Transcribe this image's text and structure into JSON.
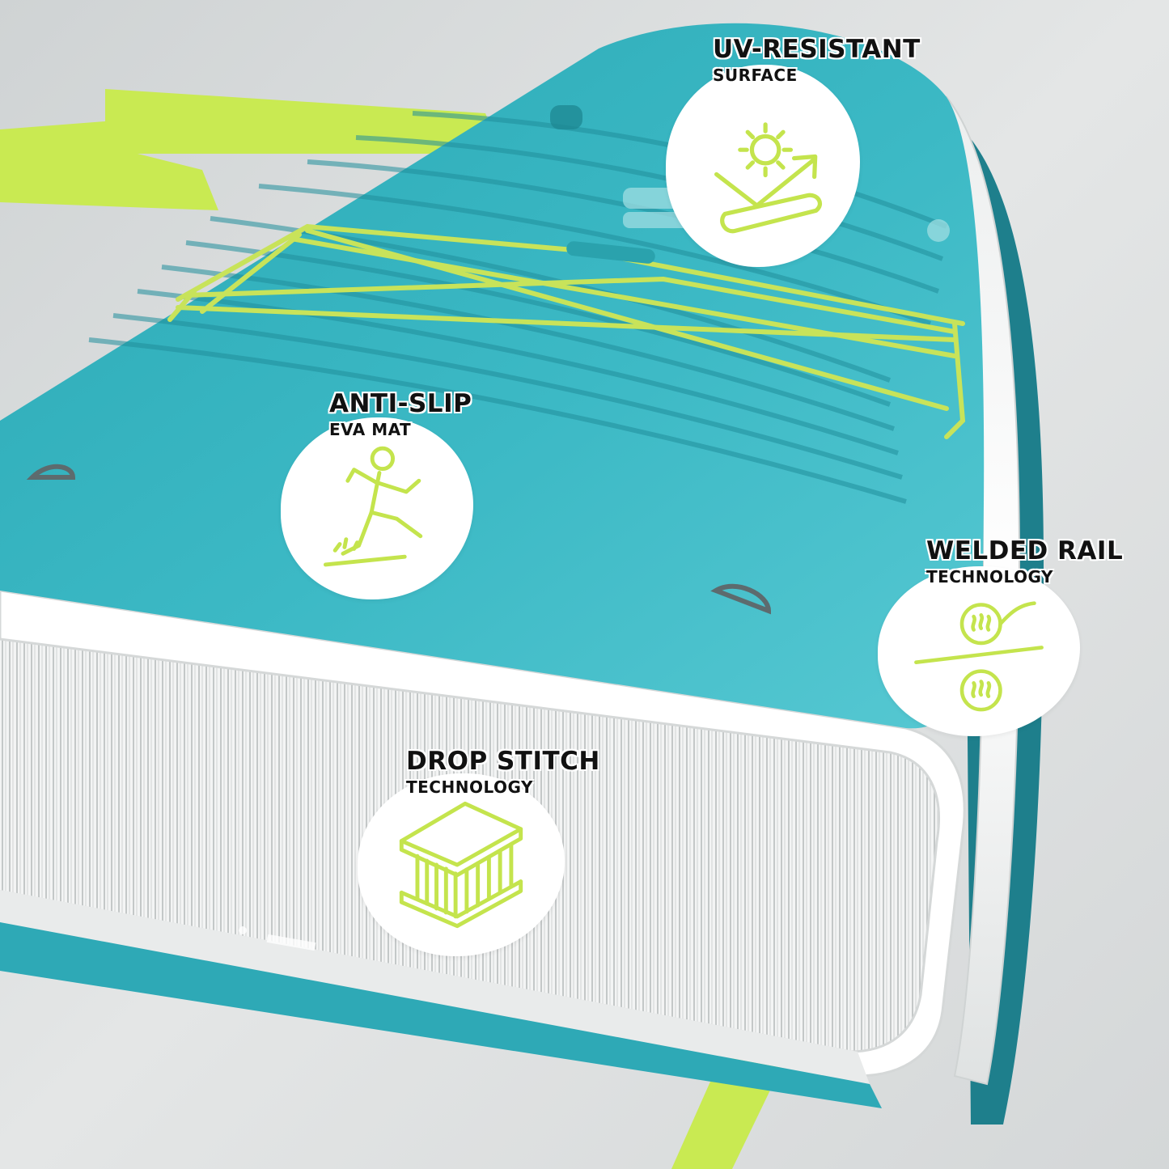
{
  "colors": {
    "board_teal": "#3cb6c2",
    "board_teal_dark": "#1f8e9b",
    "rail_white": "#f4f6f6",
    "accent_lime": "#c6e84b",
    "background_grey": "#d9dcdd",
    "label_black": "#111111"
  },
  "features": [
    {
      "id": "uv",
      "title": "UV-RESISTANT",
      "subtitle": "SURFACE",
      "icon": "sun-arrow-icon"
    },
    {
      "id": "antislip",
      "title": "ANTI-SLIP",
      "subtitle": "EVA MAT",
      "icon": "slipping-person-icon"
    },
    {
      "id": "rail",
      "title": "WELDED RAIL",
      "subtitle": "TECHNOLOGY",
      "icon": "heat-rollers-icon"
    },
    {
      "id": "dropstitch",
      "title": "DROP STITCH",
      "subtitle": "TECHNOLOGY",
      "icon": "drop-stitch-layers-icon"
    }
  ]
}
